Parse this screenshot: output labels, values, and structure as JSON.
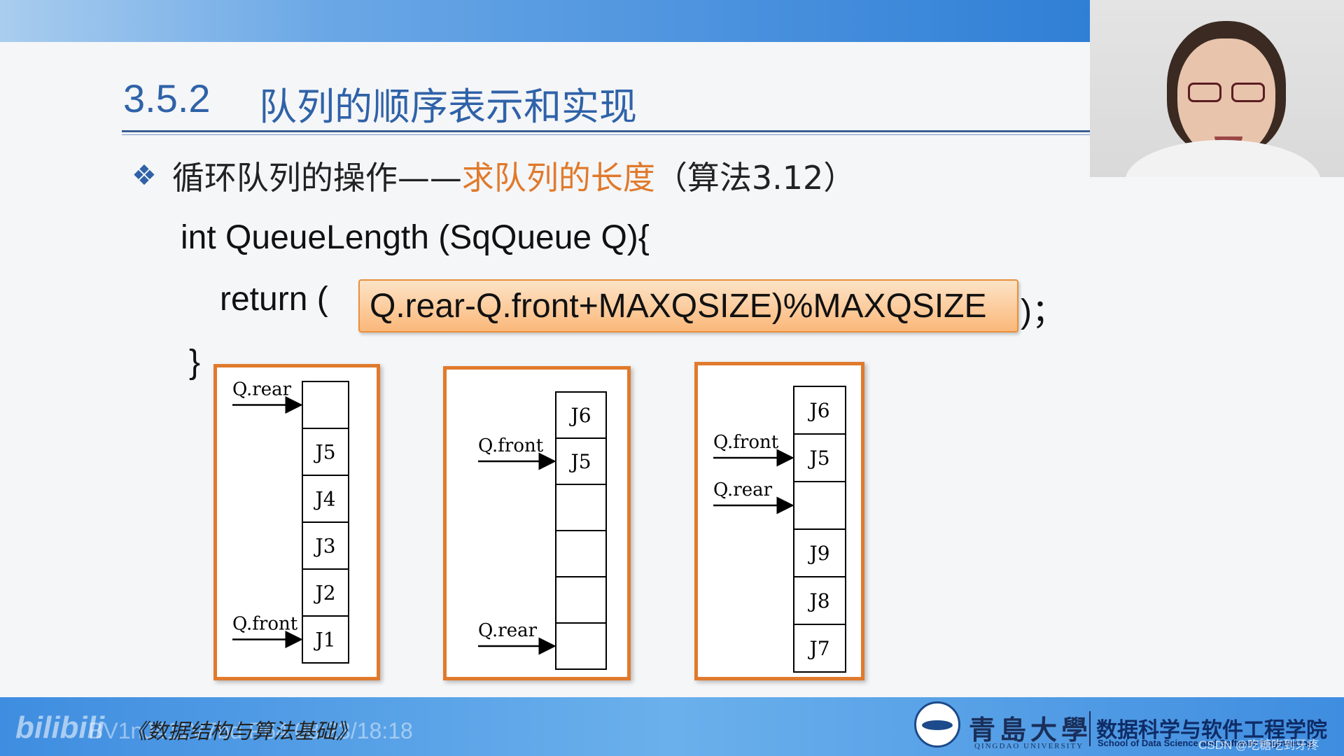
{
  "slide": {
    "section_number": "3.5.2",
    "section_title": "队列的顺序表示和实现",
    "bullet_icon": "diamond-bullet-icon",
    "subtitle_prefix": "循环队列的操作——",
    "subtitle_highlight": "求队列的长度",
    "subtitle_suffix": "（算法3.12）"
  },
  "code": {
    "line1": "int  QueueLength (SqQueue Q){",
    "line2_prefix": "return (",
    "expression": "Q.rear-Q.front+MAXQSIZE)%MAXQSIZE",
    "line2_suffix": ")；",
    "line3": "}"
  },
  "diagrams": [
    {
      "cells": [
        "",
        "J5",
        "J4",
        "J3",
        "J2",
        "J1"
      ],
      "pointers": [
        {
          "label": "Q.rear",
          "cell_index": 0
        },
        {
          "label": "Q.front",
          "cell_index": 5
        }
      ]
    },
    {
      "cells": [
        "J6",
        "J5",
        "",
        "",
        "",
        ""
      ],
      "pointers": [
        {
          "label": "Q.front",
          "cell_index": 1
        },
        {
          "label": "Q.rear",
          "cell_index": 5
        }
      ]
    },
    {
      "cells": [
        "J6",
        "J5",
        "",
        "J9",
        "J8",
        "J7"
      ],
      "pointers": [
        {
          "label": "Q.front",
          "cell_index": 1
        },
        {
          "label": "Q.rear",
          "cell_index": 2
        }
      ]
    }
  ],
  "footer": {
    "platform_logo": "bilibili",
    "video_id": "BV1nJ411V7bd  P64  08:23/18:18",
    "course_title": "《数据结构与算法基础》",
    "university_cn": "青島大學",
    "university_en": "QINGDAO UNIVERSITY",
    "school_cn": "数据科学与软件工程学院",
    "school_en": "School of Data Science and Software Engineering",
    "csdn_watermark": "CSDN @吃糖吃到牙疼"
  }
}
